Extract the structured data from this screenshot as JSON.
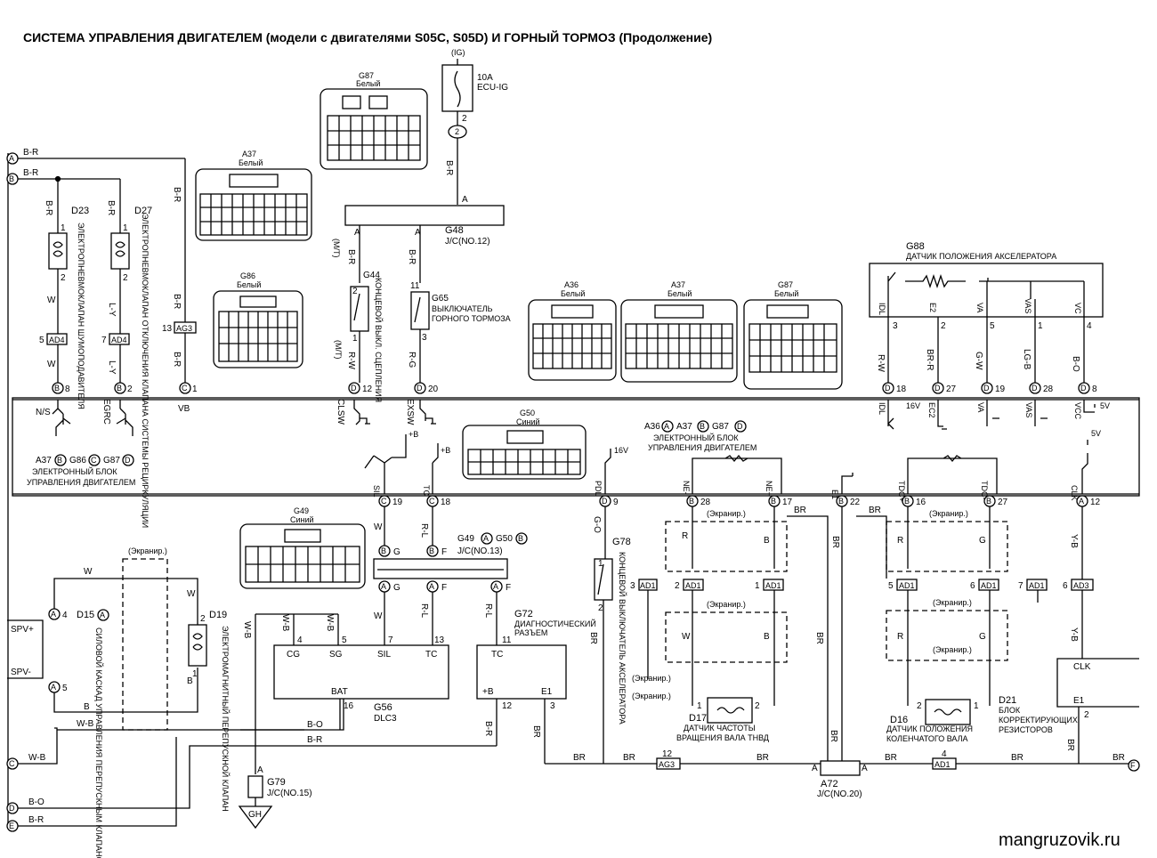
{
  "title": "СИСТЕМА УПРАВЛЕНИЯ ДВИГАТЕЛЕМ (модели с двигателями S05C, S05D) И ГОРНЫЙ ТОРМОЗ (Продолжение)",
  "watermark": "mangruzovik.ru",
  "connectors": {
    "g87_top": {
      "id": "G87",
      "color": "Белый"
    },
    "a37_left": {
      "id": "A37",
      "color": "Белый"
    },
    "g86": {
      "id": "G86",
      "color": "Белый"
    },
    "a36": {
      "id": "A36",
      "color": "Белый"
    },
    "a37_mid": {
      "id": "A37",
      "color": "Белый"
    },
    "g87_mid": {
      "id": "G87",
      "color": "Белый"
    },
    "g50": {
      "id": "G50",
      "color": "Синий"
    },
    "g49": {
      "id": "G49",
      "color": "Синий"
    }
  },
  "fuse": {
    "source": "(IG)",
    "rating": "10A",
    "name": "ECU-IG",
    "pin": "2",
    "jc": "2"
  },
  "g48": {
    "id": "G48",
    "name": "J/C(NO.12)",
    "pin_a": "A"
  },
  "components": {
    "d23": {
      "id": "D23",
      "name": "ЭЛЕКТРОПНЕВМОКЛАПАН ШУМОПОДАВИТЕЛЯ"
    },
    "d27": {
      "id": "D27",
      "name": "ЭЛЕКТРОПНЕВМОКЛАПАН ОТКЛЮЧЕНИЯ КЛАПАНА СИСТЕМЫ РЕЦИРКУЛЯЦИИ"
    },
    "g44": {
      "id": "G44",
      "name": "КОНЦЕВОЙ ВЫКЛ. СЦЕПЛЕНИЯ"
    },
    "g65": {
      "id": "G65",
      "name1": "ВЫКЛЮЧАТЕЛЬ",
      "name2": "ГОРНОГО ТОРМОЗА"
    },
    "g88": {
      "id": "G88",
      "name": "ДАТЧИК ПОЛОЖЕНИЯ АКСЕЛЕРАТОРА"
    },
    "g78": {
      "id": "G78",
      "name": "КОНЦЕВОЙ ВЫКЛЮЧАТЕЛЬ АКСЕЛЕРАТОРА"
    },
    "d15": {
      "id": "D15",
      "name": "СИЛОВОЙ КАСКАД УПРАВЛЕНИЯ ПЕРЕПУСКНЫМ КЛАПАНОМ"
    },
    "d19": {
      "id": "D19",
      "name": "ЭЛЕКТРОМАГНИТНЫЙ ПЕРЕПУСКНОЙ КЛАПАН"
    },
    "g56": {
      "id": "G56",
      "name": "DLC3"
    },
    "g72": {
      "id": "G72",
      "name1": "ДИАГНОСТИЧЕСКИЙ",
      "name2": "РАЗЪЕМ"
    },
    "g79": {
      "id": "G79",
      "name": "J/C(NO.15)"
    },
    "d17": {
      "id": "D17",
      "name1": "ДАТЧИК ЧАСТОТЫ",
      "name2": "ВРАЩЕНИЯ ВАЛА ТНВД"
    },
    "d16": {
      "id": "D16",
      "name1": "ДАТЧИК ПОЛОЖЕНИЯ",
      "name2": "КОЛЕНЧАТОГО ВАЛА"
    },
    "d21": {
      "id": "D21",
      "name1": "БЛОК",
      "name2": "КОРРЕКТИРУЮЩИХ",
      "name3": "РЕЗИСТОРОВ"
    },
    "a72": {
      "id": "A72",
      "name": "J/C(NO.20)"
    },
    "g49g50": {
      "label": "G49",
      "label2": "G50",
      "name": "J/C(NO.13)"
    },
    "gh": {
      "id": "GH"
    }
  },
  "ecu": {
    "left_line1": "A37",
    "left_g86": "G86",
    "left_g87": "G87",
    "left_name1": "ЭЛЕКТРОННЫЙ БЛОК",
    "left_name2": "УПРАВЛЕНИЯ ДВИГАТЕЛЕМ",
    "mid_a36": "A36",
    "mid_a37": "A37",
    "mid_g87": "G87",
    "mid_name1": "ЭЛЕКТРОННЫЙ БЛОК",
    "mid_name2": "УПРАВЛЕНИЯ ДВИГАТЕЛЕМ"
  },
  "terminals_top": [
    {
      "conn": "B",
      "pin": "8",
      "name": "N/S"
    },
    {
      "conn": "B",
      "pin": "2",
      "name": "EGRC"
    },
    {
      "conn": "C",
      "pin": "1",
      "name": "VB"
    },
    {
      "conn": "D",
      "pin": "12",
      "name": "CLSW"
    },
    {
      "conn": "D",
      "pin": "20",
      "name": "EXSW"
    },
    {
      "conn": "D",
      "pin": "18",
      "name": "IDL"
    },
    {
      "conn": "D",
      "pin": "27",
      "name": "EC2"
    },
    {
      "conn": "D",
      "pin": "19",
      "name": "VA"
    },
    {
      "conn": "D",
      "pin": "28",
      "name": "VAS"
    },
    {
      "conn": "D",
      "pin": "8",
      "name": "VCC"
    }
  ],
  "terminals_bottom": [
    {
      "conn": "C",
      "pin": "19",
      "name": "SIL"
    },
    {
      "conn": "C",
      "pin": "18",
      "name": "TC"
    },
    {
      "conn": "D",
      "pin": "9",
      "name": "PDL"
    },
    {
      "conn": "B",
      "pin": "28",
      "name": "NE-"
    },
    {
      "conn": "B",
      "pin": "17",
      "name": "NE+"
    },
    {
      "conn": "B",
      "pin": "22",
      "name": "E1"
    },
    {
      "conn": "B",
      "pin": "16",
      "name": "TDC+"
    },
    {
      "conn": "B",
      "pin": "27",
      "name": "TDC-"
    },
    {
      "conn": "A",
      "pin": "12",
      "name": "CLK"
    }
  ],
  "g88_pins": [
    {
      "name": "IDL",
      "pin": "3",
      "wire": "R-W"
    },
    {
      "name": "E2",
      "pin": "2",
      "wire": "BR-R"
    },
    {
      "name": "VA",
      "pin": "5",
      "wire": "G-W"
    },
    {
      "name": "VAS",
      "pin": "1",
      "wire": "LG-B"
    },
    {
      "name": "VC",
      "pin": "4",
      "wire": "B-O"
    }
  ],
  "wires": {
    "br": "BR",
    "b_r": "B-R",
    "w": "W",
    "l_y": "L-Y",
    "r_w": "R-W",
    "r_g": "R-G",
    "r_l": "R-L",
    "g_o": "G-O",
    "y_b": "Y-B",
    "w_b": "W-B",
    "b_o": "B-O",
    "r": "R",
    "g": "G",
    "b": "B",
    "shield": "(Экранир.)",
    "mt": "(M/T)"
  },
  "voltages": {
    "v16": "16V",
    "v5": "5V",
    "plus_b": "+B"
  },
  "inline": {
    "ad4": "AD4",
    "ag3": "AG3",
    "ad1": "AD1",
    "ad3": "AD3"
  },
  "letters": {
    "A": "A",
    "B": "B",
    "C": "C",
    "D": "D",
    "E": "E",
    "F": "F",
    "G": "G"
  },
  "pins": {
    "p1": "1",
    "p2": "2",
    "p3": "3",
    "p4": "4",
    "p5": "5",
    "p6": "6",
    "p7": "7",
    "p11": "11",
    "p12": "12",
    "p13": "13",
    "p16": "16"
  },
  "g56_pins": {
    "cg": "CG",
    "sg": "SG",
    "sil": "SIL",
    "tc": "TC",
    "bat": "BAT"
  },
  "g72_pins": {
    "tc": "TC",
    "b": "+B",
    "e1": "E1"
  },
  "d15_pins": {
    "spvp": "SPV+",
    "spvm": "SPV-"
  },
  "d21_pins": {
    "clk": "CLK",
    "e1": "E1"
  }
}
